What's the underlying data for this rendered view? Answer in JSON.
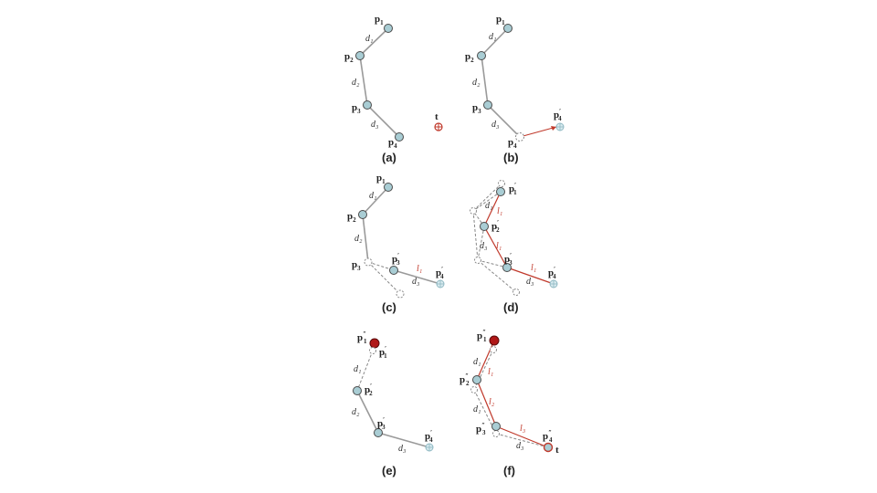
{
  "captions": {
    "a": "(a)",
    "b": "(b)",
    "c": "(c)",
    "d": "(d)",
    "e": "(e)",
    "f": "(f)"
  },
  "labels": {
    "p": "p",
    "sub1": "1",
    "sub2": "2",
    "sub3": "3",
    "sub4": "4",
    "prime": "′",
    "dprime": "″",
    "t": "t",
    "d1": "d₁",
    "d2": "d₂",
    "d3": "d₃",
    "l1": "l₁",
    "l2": "l₂",
    "l3": "l₃"
  },
  "colors": {
    "joint_fill": "#a9cdd4",
    "joint_stroke": "#4a4a4a",
    "target": "#c0392b",
    "link": "#9a9a9a",
    "new_link": "#c0392b",
    "root": "#b01818"
  }
}
